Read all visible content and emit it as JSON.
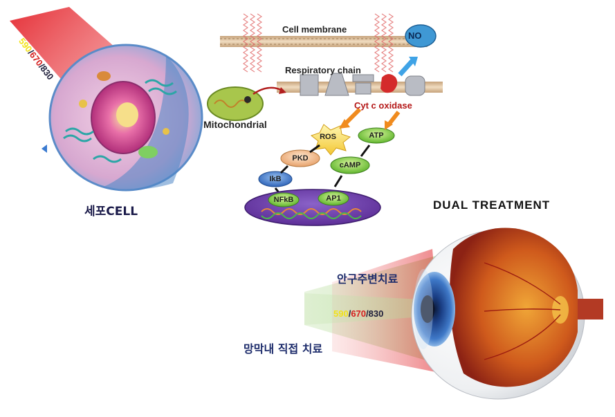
{
  "cell_panel": {
    "caption": "세포CELL",
    "wavelength_590": "590",
    "wavelength_sep1": "/",
    "wavelength_670": "670",
    "wavelength_sep2": "/",
    "wavelength_830": "830"
  },
  "mechanism": {
    "cell_membrane": "Cell membrane",
    "respiratory_chain": "Respiratory chain",
    "cyt_c_oxidase": "Cyt c oxidase",
    "mitochondrial": "Mitochondrial",
    "no": "NO",
    "ros": "ROS",
    "atp": "ATP",
    "pkd": "PKD",
    "camp": "cAMP",
    "ikb": "IkB",
    "nfkb": "NFkB",
    "ap1": "AP1"
  },
  "eye_panel": {
    "title": "DUAL TREATMENT",
    "periocular_label": "안구주변치료",
    "intraretinal_label": "망막내 직접 치료",
    "wavelength_590": "590",
    "wavelength_sep1": "/",
    "wavelength_670": "670",
    "wavelength_sep2": "/",
    "wavelength_830": "830"
  },
  "colors": {
    "yellow": "#f2e21a",
    "red": "#d51f1f",
    "dark": "#1e1e3a",
    "beam_red": "#e8323a",
    "beam_green": "#9ccf7a"
  }
}
